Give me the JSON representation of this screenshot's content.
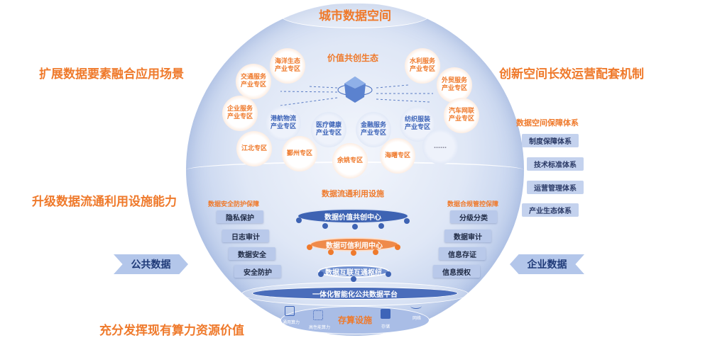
{
  "sphere": {
    "title": "城市数据空间",
    "ecosystem_title": "价值共创生态",
    "facility_title": "数据流通利用设施",
    "compute_title": "存算设施"
  },
  "side_labels": {
    "extend": "扩展数据要素融合应用场景",
    "innovate": "创新空间长效运营配套机制",
    "upgrade": "升级数据流通利用设施能力",
    "leverage": "充分发挥现有算力资源价值"
  },
  "zones": [
    "海洋生态产业专区",
    "交通服务产业专区",
    "企业服务产业专区",
    "港航物流产业专区",
    "医疗健康产业专区",
    "金融服务产业专区",
    "纺织服装产业专区",
    "水利服务产业专区",
    "外贸服务产业专区",
    "汽车网联产业专区",
    "江北专区",
    "鄞州专区",
    "余姚专区",
    "海曙专区",
    "……"
  ],
  "security": {
    "title": "数据安全防护保障",
    "items": [
      "隐私保护",
      "日志审计",
      "数据安全",
      "安全防护"
    ]
  },
  "compliance": {
    "title": "数据合规管控保障",
    "items": [
      "分级分类",
      "数据审计",
      "信息存证",
      "信息授权"
    ]
  },
  "centers": [
    "数据价值共创中心",
    "数据可信利用中心",
    "数据互联互通枢纽",
    "一体化智能化公共数据平台"
  ],
  "guarantee": {
    "title": "数据空间保障体系",
    "items": [
      "制度保障体系",
      "技术标准体系",
      "运营管理体系",
      "产业生态体系"
    ]
  },
  "inputs": {
    "public": "公共数据",
    "enterprise": "企业数据"
  },
  "compute_items": [
    "通用算力",
    "高性能算力",
    "存储",
    "网络"
  ],
  "colors": {
    "orange": "#ef7a2c",
    "blue": "#3d64b8"
  }
}
